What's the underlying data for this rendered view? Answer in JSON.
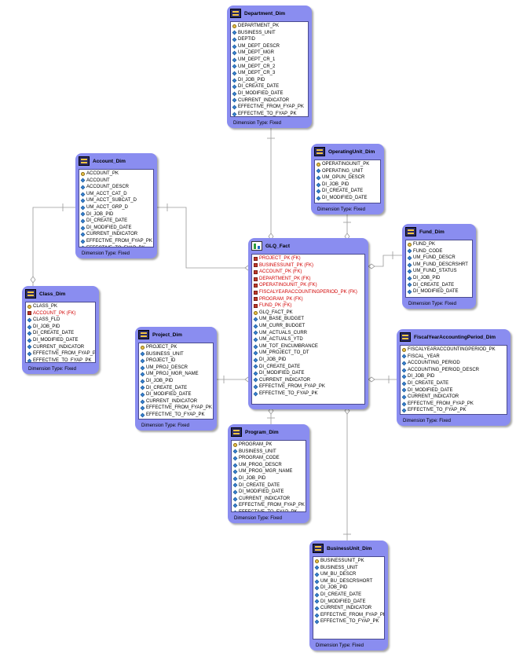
{
  "footer_label": "Dimension Type: Fixed",
  "entities": {
    "department_dim": {
      "name": "Department_Dim",
      "attributes": [
        {
          "label": "DEPARTMENT_PK",
          "kind": "pk"
        },
        {
          "label": "BUSINESS_UNIT",
          "kind": "attr"
        },
        {
          "label": "DEPTID",
          "kind": "attr"
        },
        {
          "label": "UM_DEPT_DESCR",
          "kind": "attr"
        },
        {
          "label": "UM_DEPT_MGR",
          "kind": "attr"
        },
        {
          "label": "UM_DEPT_CR_1",
          "kind": "attr"
        },
        {
          "label": "UM_DEPT_CR_2",
          "kind": "attr"
        },
        {
          "label": "UM_DEPT_CR_3",
          "kind": "attr"
        },
        {
          "label": "DI_JOB_PID",
          "kind": "attr"
        },
        {
          "label": "DI_CREATE_DATE",
          "kind": "attr"
        },
        {
          "label": "DI_MODIFIED_DATE",
          "kind": "attr"
        },
        {
          "label": "CURRENT_INDICATOR",
          "kind": "attr"
        },
        {
          "label": "EFFECTIVE_FROM_FYAP_PK",
          "kind": "attr"
        },
        {
          "label": "EFFECTIVE_TO_FYAP_PK",
          "kind": "attr"
        }
      ]
    },
    "account_dim": {
      "name": "Account_Dim",
      "attributes": [
        {
          "label": "ACCOUNT_PK",
          "kind": "pk"
        },
        {
          "label": "ACCOUNT",
          "kind": "attr"
        },
        {
          "label": "ACCOUNT_DESCR",
          "kind": "attr"
        },
        {
          "label": "UM_ACCT_CAT_D",
          "kind": "attr"
        },
        {
          "label": "UM_ACCT_SUBCAT_D",
          "kind": "attr"
        },
        {
          "label": "UM_ACCT_GRP_D",
          "kind": "attr"
        },
        {
          "label": "DI_JOB_PID",
          "kind": "attr"
        },
        {
          "label": "DI_CREATE_DATE",
          "kind": "attr"
        },
        {
          "label": "DI_MODIFIED_DATE",
          "kind": "attr"
        },
        {
          "label": "CURRENT_INDICATOR",
          "kind": "attr"
        },
        {
          "label": "EFFECTIVE_FROM_FYAP_PK",
          "kind": "attr"
        },
        {
          "label": "EFFECTIVE_TO_FYAP_PK",
          "kind": "attr"
        }
      ]
    },
    "operatingunit_dim": {
      "name": "OperatingUnit_Dim",
      "attributes": [
        {
          "label": "OPERATINGUNIT_PK",
          "kind": "pk"
        },
        {
          "label": "OPERATING_UNIT",
          "kind": "attr"
        },
        {
          "label": "UM_OPUN_DESCR",
          "kind": "attr"
        },
        {
          "label": "DI_JOB_PID",
          "kind": "attr"
        },
        {
          "label": "DI_CREATE_DATE",
          "kind": "attr"
        },
        {
          "label": "DI_MODIFIED_DATE",
          "kind": "attr"
        }
      ]
    },
    "fund_dim": {
      "name": "Fund_Dim",
      "attributes": [
        {
          "label": "FUND_PK",
          "kind": "pk"
        },
        {
          "label": "FUND_CODE",
          "kind": "attr"
        },
        {
          "label": "UM_FUND_DESCR",
          "kind": "attr"
        },
        {
          "label": "UM_FUND_DESCRSHRT",
          "kind": "attr"
        },
        {
          "label": "UM_FUND_STATUS",
          "kind": "attr"
        },
        {
          "label": "DI_JOB_PID",
          "kind": "attr"
        },
        {
          "label": "DI_CREATE_DATE",
          "kind": "attr"
        },
        {
          "label": "DI_MODIFIED_DATE",
          "kind": "attr"
        }
      ]
    },
    "glq_fact": {
      "name": "GLQ_Fact",
      "attributes": [
        {
          "label": "PROJECT_PK (FK)",
          "kind": "fk"
        },
        {
          "label": "BUSINESSUNIT_PK (FK)",
          "kind": "fk"
        },
        {
          "label": "ACCOUNT_PK (FK)",
          "kind": "fk"
        },
        {
          "label": "DEPARTMENT_PK (FK)",
          "kind": "fk"
        },
        {
          "label": "OPERATINGUNIT_PK (FK)",
          "kind": "fk"
        },
        {
          "label": "FISCALYEARACCOUNTINGPERIOD_PK (FK)",
          "kind": "fk"
        },
        {
          "label": "PROGRAM_PK (FK)",
          "kind": "fk"
        },
        {
          "label": "FUND_PK (FK)",
          "kind": "fk"
        },
        {
          "label": "GLQ_FACT_PK",
          "kind": "pk"
        },
        {
          "label": "UM_BASE_BUDGET",
          "kind": "attr"
        },
        {
          "label": "UM_CURR_BUDGET",
          "kind": "attr"
        },
        {
          "label": "UM_ACTUALS_CURR",
          "kind": "attr"
        },
        {
          "label": "UM_ACTUALS_YTD",
          "kind": "attr"
        },
        {
          "label": "UM_TOT_ENCUMBRANCE",
          "kind": "attr"
        },
        {
          "label": "UM_PROJECT_TO_DT",
          "kind": "attr"
        },
        {
          "label": "DI_JOB_PID",
          "kind": "attr"
        },
        {
          "label": "DI_CREATE_DATE",
          "kind": "attr"
        },
        {
          "label": "DI_MODIFIED_DATE",
          "kind": "attr"
        },
        {
          "label": "CURRENT_INDICATOR",
          "kind": "attr"
        },
        {
          "label": "EFFECTIVE_FROM_FYAP_PK",
          "kind": "attr"
        },
        {
          "label": "EFFECTIVE_TO_FYAP_PK",
          "kind": "attr"
        }
      ]
    },
    "class_dim": {
      "name": "Class_Dim",
      "attributes": [
        {
          "label": "CLASS_PK",
          "kind": "pk"
        },
        {
          "label": "ACCOUNT_PK (FK)",
          "kind": "fk"
        },
        {
          "label": "CLASS_FLD",
          "kind": "attr"
        },
        {
          "label": "DI_JOB_PID",
          "kind": "attr"
        },
        {
          "label": "DI_CREATE_DATE",
          "kind": "attr"
        },
        {
          "label": "DI_MODIFIED_DATE",
          "kind": "attr"
        },
        {
          "label": "CURRENT_INDICATOR",
          "kind": "attr"
        },
        {
          "label": "EFFECTIVE_FROM_FYAP_PK",
          "kind": "attr"
        },
        {
          "label": "EFFECTIVE_TO_FYAP_PK",
          "kind": "attr"
        }
      ]
    },
    "project_dim": {
      "name": "Project_Dim",
      "attributes": [
        {
          "label": "PROJECT_PK",
          "kind": "pk"
        },
        {
          "label": "BUSINESS_UNIT",
          "kind": "attr"
        },
        {
          "label": "PROJECT_ID",
          "kind": "attr"
        },
        {
          "label": "UM_PROJ_DESCR",
          "kind": "attr"
        },
        {
          "label": "UM_PROJ_MGR_NAME",
          "kind": "attr"
        },
        {
          "label": "DI_JOB_PID",
          "kind": "attr"
        },
        {
          "label": "DI_CREATE_DATE",
          "kind": "attr"
        },
        {
          "label": "DI_MODIFIED_DATE",
          "kind": "attr"
        },
        {
          "label": "CURRENT_INDICATOR",
          "kind": "attr"
        },
        {
          "label": "EFFECTIVE_FROM_FYAP_PK",
          "kind": "attr"
        },
        {
          "label": "EFFECTIVE_TO_FYAP_PK",
          "kind": "attr"
        }
      ]
    },
    "fiscalyear_dim": {
      "name": "FiscalYearAccountingPeriod_Dim",
      "attributes": [
        {
          "label": "FISCALYEARACCOUNTINGPERIOD_PK",
          "kind": "pk"
        },
        {
          "label": "FISCAL_YEAR",
          "kind": "attr"
        },
        {
          "label": "ACCOUNTING_PERIOD",
          "kind": "attr"
        },
        {
          "label": "ACCOUNTING_PERIOD_DESCR",
          "kind": "attr"
        },
        {
          "label": "DI_JOB_PID",
          "kind": "attr"
        },
        {
          "label": "DI_CREATE_DATE",
          "kind": "attr"
        },
        {
          "label": "DI_MODIFIED_DATE",
          "kind": "attr"
        },
        {
          "label": "CURRENT_INDICATOR",
          "kind": "attr"
        },
        {
          "label": "EFFECTIVE_FROM_FYAP_PK",
          "kind": "attr"
        },
        {
          "label": "EFFECTIVE_TO_FYAP_PK",
          "kind": "attr"
        }
      ]
    },
    "program_dim": {
      "name": "Program_Dim",
      "attributes": [
        {
          "label": "PROGRAM_PK",
          "kind": "pk"
        },
        {
          "label": "BUSINESS_UNIT",
          "kind": "attr"
        },
        {
          "label": "PROGRAM_CODE",
          "kind": "attr"
        },
        {
          "label": "UM_PROG_DESCR",
          "kind": "attr"
        },
        {
          "label": "UM_PROG_MGR_NAME",
          "kind": "attr"
        },
        {
          "label": "DI_JOB_PID",
          "kind": "attr"
        },
        {
          "label": "DI_CREATE_DATE",
          "kind": "attr"
        },
        {
          "label": "DI_MODIFIED_DATE",
          "kind": "attr"
        },
        {
          "label": "CURRENT_INDICATOR",
          "kind": "attr"
        },
        {
          "label": "EFFECTIVE_FROM_FYAP_PK",
          "kind": "attr"
        },
        {
          "label": "EFFECTIVE_TO_FYAP_PK",
          "kind": "attr"
        }
      ]
    },
    "businessunit_dim": {
      "name": "BusinessUnit_Dim",
      "attributes": [
        {
          "label": "BUSINESSUNIT_PK",
          "kind": "pk"
        },
        {
          "label": "BUSINESS_UNIT",
          "kind": "attr"
        },
        {
          "label": "UM_BU_DESCR",
          "kind": "attr"
        },
        {
          "label": "UM_BU_DESCRSHORT",
          "kind": "attr"
        },
        {
          "label": "DI_JOB_PID",
          "kind": "attr"
        },
        {
          "label": "DI_CREATE_DATE",
          "kind": "attr"
        },
        {
          "label": "DI_MODIFIED_DATE",
          "kind": "attr"
        },
        {
          "label": "CURRENT_INDICATOR",
          "kind": "attr"
        },
        {
          "label": "EFFECTIVE_FROM_FYAP_PK",
          "kind": "attr"
        },
        {
          "label": "EFFECTIVE_TO_FYAP_PK",
          "kind": "attr"
        }
      ]
    }
  }
}
